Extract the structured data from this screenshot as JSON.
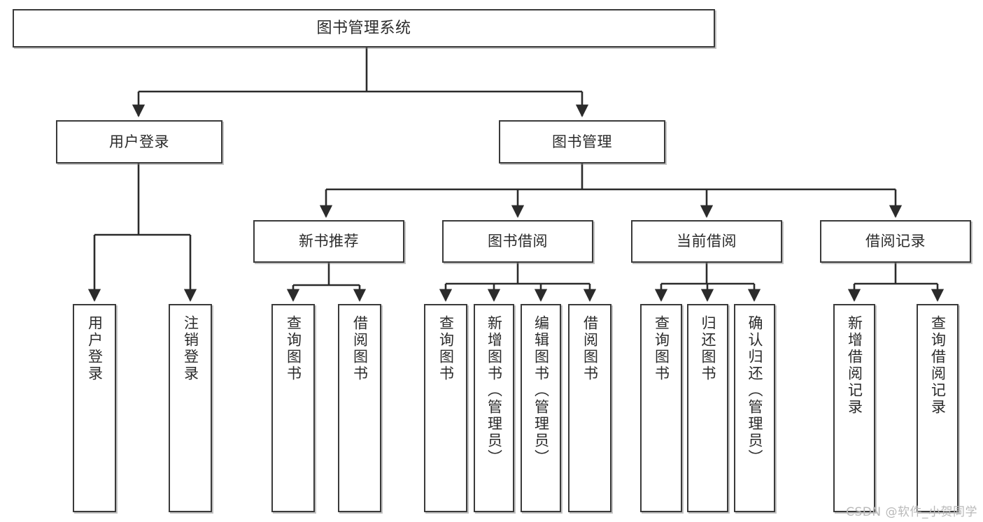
{
  "diagram": {
    "title": "图书管理系统",
    "type": "tree",
    "root": {
      "label": "图书管理系统"
    },
    "level2": [
      {
        "label": "用户登录"
      },
      {
        "label": "图书管理"
      }
    ],
    "level3": [
      {
        "label": "新书推荐"
      },
      {
        "label": "图书借阅"
      },
      {
        "label": "当前借阅"
      },
      {
        "label": "借阅记录"
      }
    ],
    "leaves": {
      "user_login": [
        {
          "label": "用户登录"
        },
        {
          "label": "注销登录"
        }
      ],
      "new_book_recommend": [
        {
          "label": "查询图书"
        },
        {
          "label": "借阅图书"
        }
      ],
      "book_borrow": [
        {
          "label": "查询图书"
        },
        {
          "label": "新增图书（管理员）"
        },
        {
          "label": "编辑图书（管理员）"
        },
        {
          "label": "借阅图书"
        }
      ],
      "current_borrow": [
        {
          "label": "查询图书"
        },
        {
          "label": "归还图书"
        },
        {
          "label": "确认归还（管理员）"
        }
      ],
      "borrow_record": [
        {
          "label": "新增借阅记录"
        },
        {
          "label": "查询借阅记录"
        }
      ]
    }
  },
  "watermark": {
    "text": "CSDN @软件_小贺同学"
  },
  "colors": {
    "background": "#ffffff",
    "border": "#3a3a3a",
    "text": "#2b2b2b",
    "connector": "#2b2b2b",
    "watermark": "#b9b9b9"
  }
}
